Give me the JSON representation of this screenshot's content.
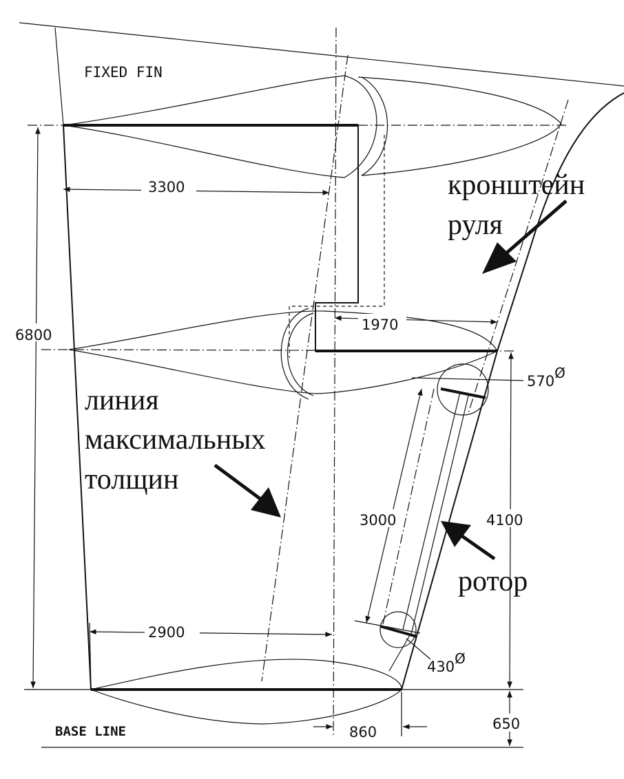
{
  "labels": {
    "fixed_fin": "FIXED FIN",
    "base_line": "BASE LINE",
    "bracket_line1": "кронштейн",
    "bracket_line2": "руля",
    "max_thickness_line1": "линия",
    "max_thickness_line2": "максимальных",
    "max_thickness_line3": "толщин",
    "rotor": "ротор"
  },
  "dimensions": {
    "top_chord": "3300",
    "height": "6800",
    "mid_chord": "1970",
    "rotor_top_diameter": "570",
    "rotor_bottom_diameter": "430",
    "diameter_symbol": "Ø",
    "rotor_length": "3000",
    "bracket_height": "4100",
    "bottom_chord": "2900",
    "bottom_offset": "860",
    "base_clearance": "650"
  }
}
